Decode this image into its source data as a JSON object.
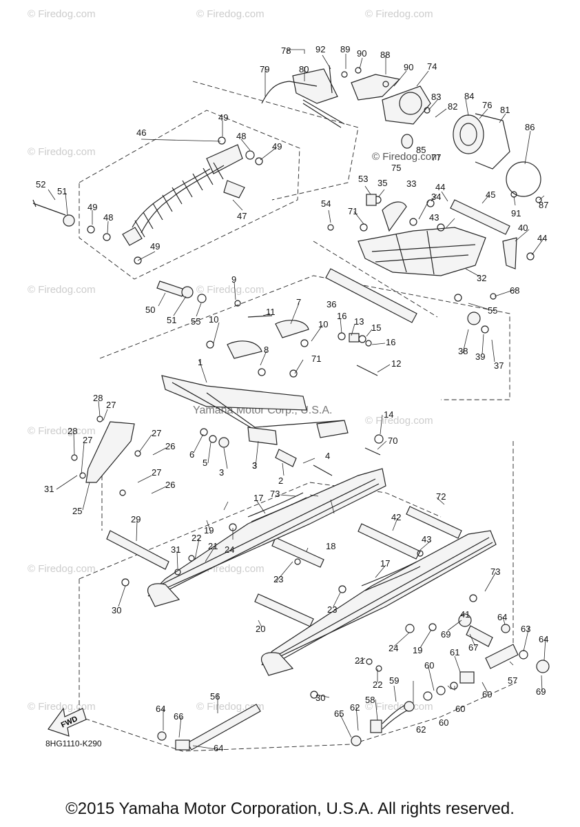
{
  "watermark": "© Firedog.com",
  "overlay_text": "Yamaha Motor Corp., U.S.A.",
  "diagram_code": "8HG1110-K290",
  "fwd_label": "FWD",
  "copyright": "©2015 Yamaha Motor Corporation, U.S.A. All rights reserved.",
  "callouts": [
    "1",
    "2",
    "3",
    "3",
    "3",
    "4",
    "5",
    "6",
    "7",
    "8",
    "9",
    "10",
    "10",
    "11",
    "12",
    "13",
    "14",
    "15",
    "16",
    "16",
    "17",
    "17",
    "18",
    "19",
    "19",
    "20",
    "21",
    "21",
    "22",
    "22",
    "23",
    "23",
    "24",
    "24",
    "25",
    "26",
    "26",
    "27",
    "27",
    "27",
    "27",
    "28",
    "28",
    "29",
    "30",
    "30",
    "31",
    "31",
    "32",
    "33",
    "34",
    "35",
    "36",
    "37",
    "38",
    "39",
    "40",
    "41",
    "42",
    "43",
    "43",
    "44",
    "44",
    "45",
    "46",
    "47",
    "48",
    "48",
    "49",
    "49",
    "49",
    "49",
    "50",
    "51",
    "51",
    "52",
    "53",
    "54",
    "55",
    "55",
    "56",
    "57",
    "58",
    "59",
    "60",
    "60",
    "60",
    "60",
    "61",
    "62",
    "62",
    "63",
    "64",
    "64",
    "64",
    "64",
    "65",
    "66",
    "67",
    "68",
    "69",
    "69",
    "70",
    "71",
    "71",
    "72",
    "73",
    "73",
    "74",
    "75",
    "76",
    "77",
    "78",
    "79",
    "80",
    "81",
    "82",
    "83",
    "84",
    "85",
    "86",
    "87",
    "88",
    "89",
    "90",
    "90",
    "91",
    "92"
  ]
}
